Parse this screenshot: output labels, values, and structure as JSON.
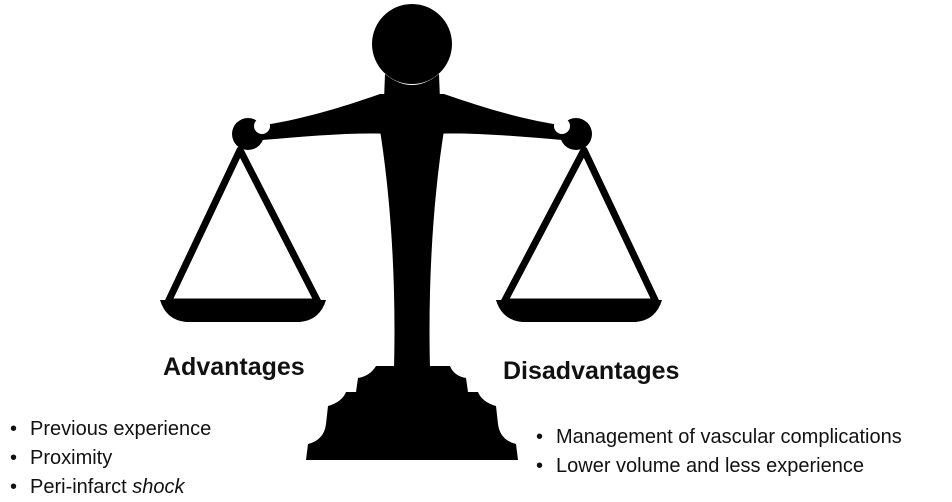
{
  "advantages": {
    "heading": "Advantages",
    "items": [
      {
        "text": "Previous experience",
        "emphasis": ""
      },
      {
        "text": "Proximity",
        "emphasis": ""
      },
      {
        "text": "Peri-infarct ",
        "emphasis": "shock"
      }
    ]
  },
  "disadvantages": {
    "heading": "Disadvantages",
    "items": [
      {
        "text": "Management of vascular complications",
        "emphasis": ""
      },
      {
        "text": "Lower volume and less experience",
        "emphasis": ""
      }
    ]
  },
  "colors": {
    "ink": "#000000",
    "text": "#111111",
    "background": "#ffffff"
  },
  "icons": [
    "balance-scale-icon"
  ]
}
